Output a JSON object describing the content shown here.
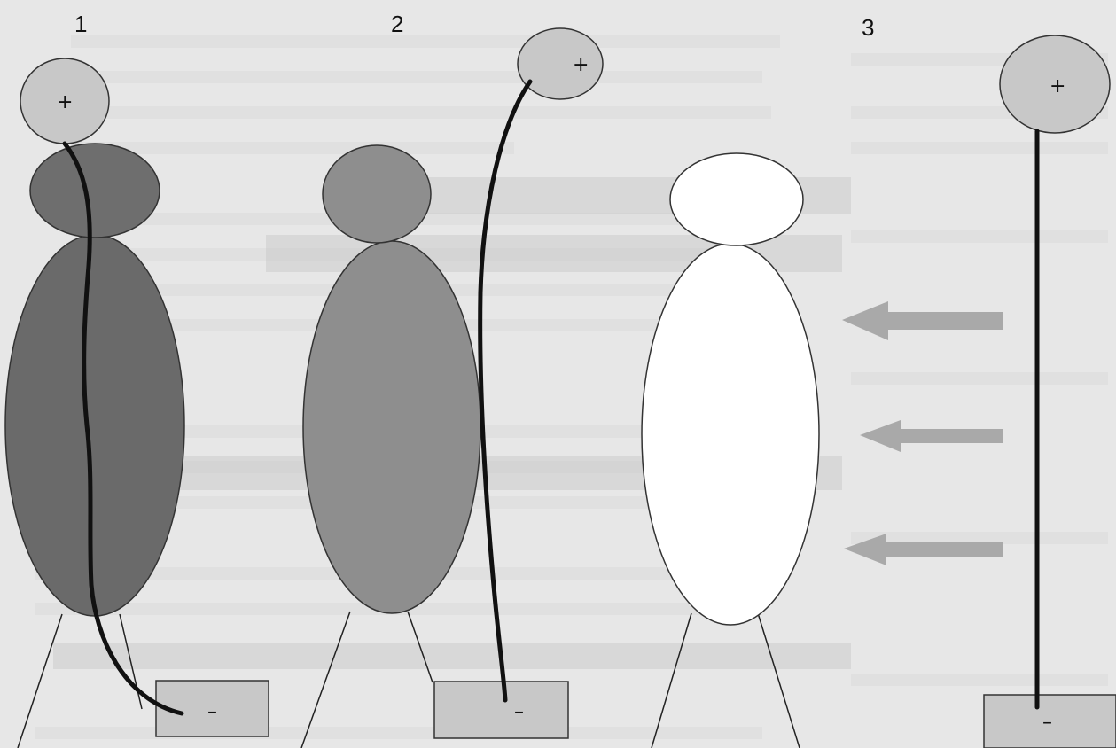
{
  "figure": {
    "panels": [
      {
        "number": "1",
        "anode_label": "+",
        "cathode_label": "–"
      },
      {
        "number": "2",
        "anode_label": "+",
        "cathode_label": "–"
      },
      {
        "number": "3",
        "anode_label": "+",
        "cathode_label": "–"
      }
    ],
    "arrow_count": 3,
    "colors": {
      "dark_body": "#6a6a6a",
      "mid_body": "#8e8e8e",
      "light_fill": "#c8c8c8",
      "open_body": "#ffffff",
      "conductor": "#111111",
      "arrow": "#a9a9a9",
      "background": "#e6e6e6"
    }
  }
}
